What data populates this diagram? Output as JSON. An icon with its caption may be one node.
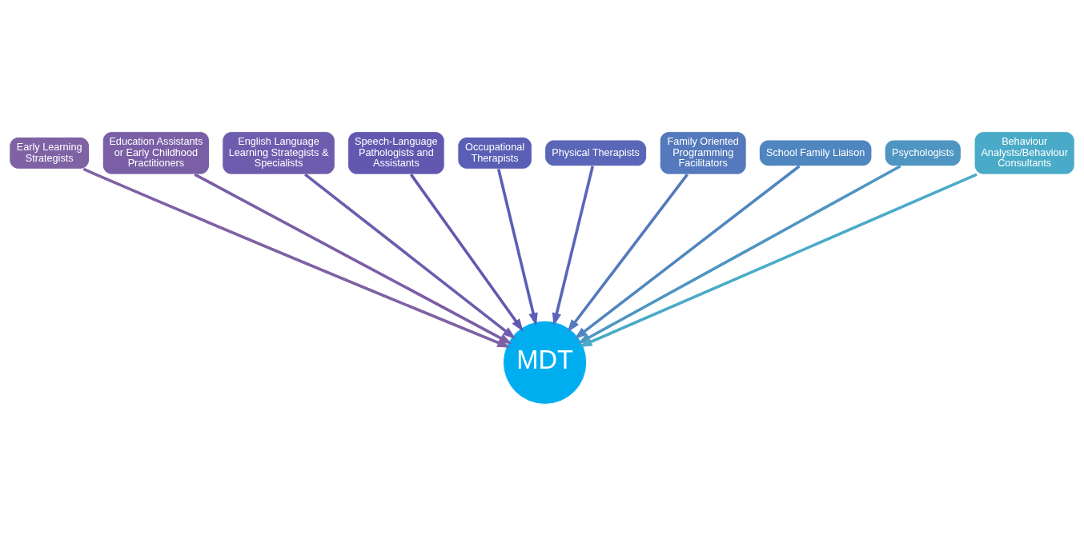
{
  "diagram": {
    "nodes": [
      {
        "text": [
          "Occupational Therapists"
        ]
      },
      {
        "text": [
          "Physical Therapists"
        ]
      },
      {
        "text": [
          "Speech-Language Pathologists and Assistants"
        ]
      },
      {
        "text": [
          "Family Oriented Programming Facilitators"
        ]
      },
      {
        "text": [
          "English Language Learning Strategists & Specialists"
        ]
      },
      {
        "text": [
          "School Family Liaison"
        ]
      },
      {
        "text": [
          "Education Assistants or Early Childhood Practitioners"
        ]
      },
      {
        "text": [
          "Psychologists"
        ]
      },
      {
        "text": [
          "Early Learning Strategists"
        ]
      },
      {
        "text": [
          "Behaviour Analysts/Behaviour Consultants"
        ]
      },
      {
        "text": [
          "MDT"
        ]
      }
    ],
    "edges": [
      {
        "from": 8,
        "to": 10,
        "arrow": "to",
        "color": "#7e62a4"
      },
      {
        "from": 6,
        "to": 10,
        "arrow": "to",
        "color": "#7a5fa6"
      },
      {
        "from": 4,
        "to": 10,
        "arrow": "to",
        "color": "#6e5cae"
      },
      {
        "from": 2,
        "to": 10,
        "arrow": "to",
        "color": "#6358b0"
      },
      {
        "from": 0,
        "to": 10,
        "arrow": "to",
        "color": "#5a5fb5"
      },
      {
        "from": 1,
        "to": 10,
        "arrow": "to",
        "color": "#5a66b8"
      },
      {
        "from": 3,
        "to": 10,
        "arrow": "to",
        "color": "#5479bc"
      },
      {
        "from": 5,
        "to": 10,
        "arrow": "to",
        "color": "#4f86bf"
      },
      {
        "from": 7,
        "to": 10,
        "arrow": "to",
        "color": "#4e95c2"
      },
      {
        "from": 9,
        "to": 10,
        "arrow": "to",
        "color": "#4aabc8"
      }
    ]
  }
}
